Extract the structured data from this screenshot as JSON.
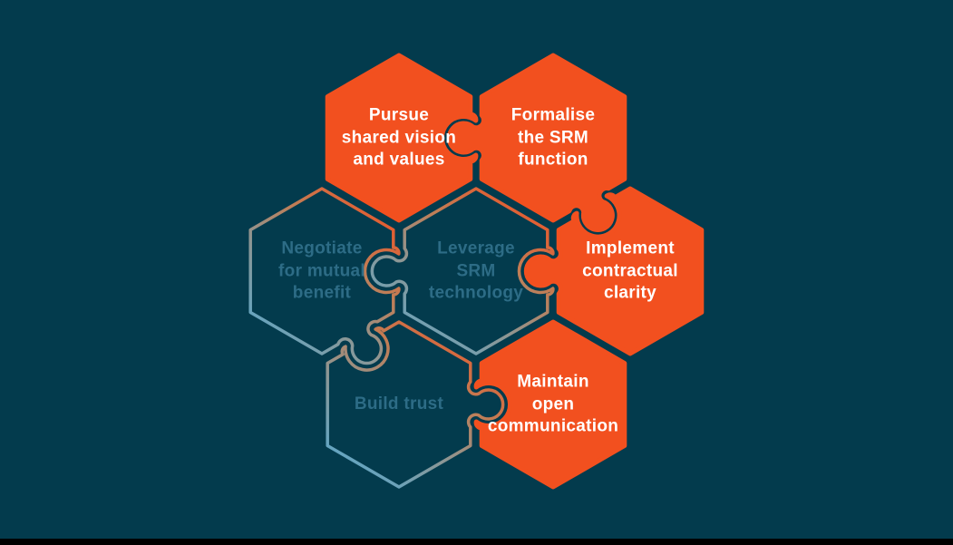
{
  "colors": {
    "background": "#033B4D",
    "orange": "#F2501F",
    "white_text": "#FFFFFF",
    "muted_text": "#2D6C86",
    "gradient_stop_1": "#F25022",
    "gradient_stop_2": "#C17D55",
    "gradient_stop_3": "#8E9693",
    "gradient_stop_4": "#56AAD1",
    "footer_bar": "#000000"
  },
  "pieces": [
    {
      "id": "pursue",
      "label": "Pursue\nshared vision\nand values",
      "style": "solid"
    },
    {
      "id": "formalise",
      "label": "Formalise\nthe SRM\nfunction",
      "style": "solid"
    },
    {
      "id": "negotiate",
      "label": "Negotiate\nfor mutual\nbenefit",
      "style": "outline"
    },
    {
      "id": "leverage",
      "label": "Leverage\nSRM\ntechnology",
      "style": "outline"
    },
    {
      "id": "implement",
      "label": "Implement\ncontractual\nclarity",
      "style": "solid"
    },
    {
      "id": "build-trust",
      "label": "Build trust",
      "style": "outline"
    },
    {
      "id": "maintain",
      "label": "Maintain\nopen\ncommunication",
      "style": "solid"
    }
  ]
}
